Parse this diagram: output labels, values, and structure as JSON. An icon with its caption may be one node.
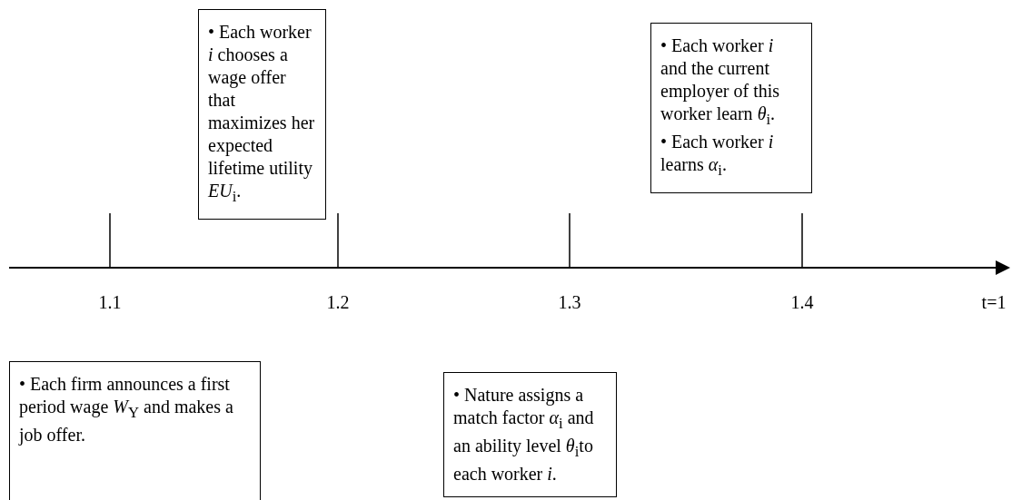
{
  "diagram": {
    "nodes": [
      {
        "text": [
          "• Each worker *i* chooses a wage offer that maximizes her expected lifetime utility *EU*$_{i}$."
        ]
      },
      {
        "text": [
          "• Each worker *i* and the current employer of this worker learn *θ*$_{i}$.",
          "• Each worker *i* learns *α*$_{i}$."
        ]
      },
      {
        "text": [
          "• Each firm announces a first period wage *W*$_{Y}$ and makes a job offer."
        ]
      },
      {
        "text": [
          "• Nature assigns a match factor *α*$_{i}$ and an ability level *θ*$_{i}$to each worker *i*."
        ]
      }
    ],
    "edges": [],
    "labels": [
      "1.1",
      "1.2",
      "1.3",
      "1.4",
      "t=1"
    ]
  }
}
